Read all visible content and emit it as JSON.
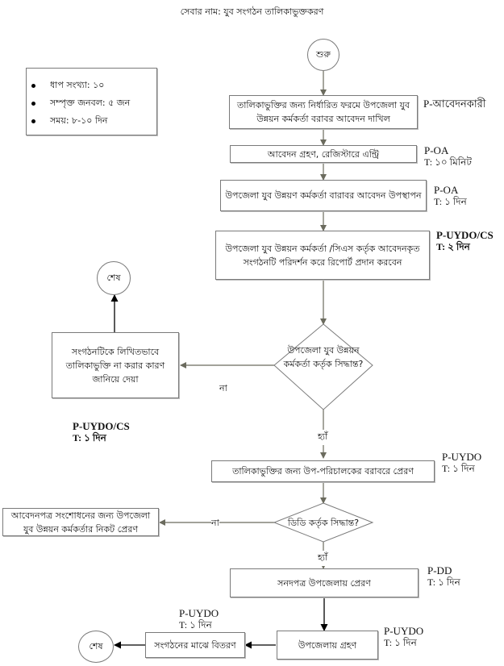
{
  "title": "সেবার নাম: যুব সংগঠন তালিকাভুক্তকরণ",
  "summary": {
    "items": [
      "ধাপ সংখ্যা: ১০",
      "সম্পৃক্ত জনবল: ৫ জন",
      "সময়: ৮-১০ দিন"
    ]
  },
  "nodes": {
    "start": "শুরু",
    "step1": "তালিকাভুক্তির জন্য নির্ধারিত ফরমে উপজেলা যুব উন্নয়ন কর্মকর্তা বরাবর আবেদন দাখিল",
    "step2": "আবেদন গ্রহণ, রেজিস্টারে এন্ট্রি",
    "step3": "উপজেলা যুব উন্নয়ণ কর্মকর্তা বারাবর আবেদন উপস্থাপন",
    "step4": "উপজেলা যুব উন্নয়ন কর্মকর্তা /সিএস কর্তৃক আবেদনকৃত সংগঠনটি পরিদর্শন করে রিপোর্ট প্রদান করবেন",
    "decision1": "উপজেলা যুব উন্নয়ন কর্মকর্তা কর্তৃক সিদ্ধান্ত?",
    "reject1": "সংগঠনটিকে লিখিতভাবে তালিকাভুক্তি না করার কারণ জানিয়ে দেয়া",
    "end1": "শেষ",
    "step5": "তালিকাভুক্তির জন্য উপ-পরিচালকের বরাবরে প্রেরণ",
    "decision2": "ডিডি কর্তৃক সিদ্ধান্ত?",
    "reject2": "আবেদনপত্র সংশোধনের জন্য উপজেলা যুব উন্নয়ন কর্মকর্তার নিকট প্রেরণ",
    "step6": "সনদপত্র উপজেলায় প্রেরণ",
    "step7": "উপজেলায় গ্রহণ",
    "step8": "সংগঠনের মাঝে বিতরণ",
    "end2": "শেষ"
  },
  "edge_labels": {
    "no1": "না",
    "yes1": "হ্যাঁ",
    "no2": "না",
    "yes2": "হ্যাঁ"
  },
  "annotations": {
    "step1": {
      "person": "P-আবেদনকারী",
      "time": ""
    },
    "step2": {
      "person": "P-OA",
      "time": "T: ১০ মিনিট"
    },
    "step3": {
      "person": "P-OA",
      "time": "T: ১ দিন"
    },
    "step4": {
      "person": "P-UYDO/CS",
      "time": "T: ২ দিন"
    },
    "reject1": {
      "person": "P-UYDO/CS",
      "time": "T: ১ দিন"
    },
    "step5": {
      "person": "P-UYDO",
      "time": "T: ১ দিন"
    },
    "step6": {
      "person": "P-DD",
      "time": "T: ১ দিন"
    },
    "step7": {
      "person": "P-UYDO",
      "time": "T: ১ দিন"
    },
    "step8": {
      "person": "P-UYDO",
      "time": "T: ১ দিন"
    }
  },
  "colors": {
    "border": "#7a7a7a",
    "connector": "#6b6b5e",
    "connector_dark": "#000000"
  }
}
